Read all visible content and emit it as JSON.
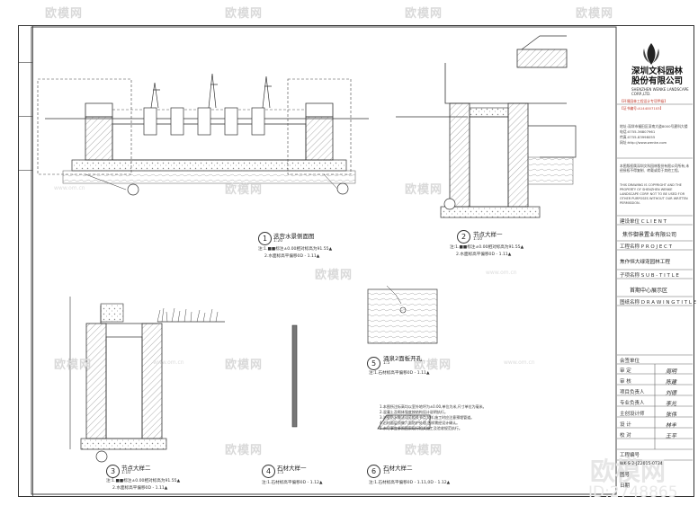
{
  "watermark": {
    "brand": "欧模网",
    "url": "www.om.cn",
    "id_text": "ID:2748865"
  },
  "company": {
    "name_line1": "深圳文科园林",
    "name_line2": "股份有限公司",
    "name_en": "SHENZHEN WENKE LANDSCAPE CORP.,LTD.",
    "qualification": "【环境园林工程设计专项甲级】",
    "cert": "【证书编号:A144007103】",
    "address": "地址:深圳市福田区深南大道8000号建科大楼",
    "tel": "电话:0755-36807961",
    "fax": "传真:0755-83998055",
    "web": "网址:http://www.wenke.com"
  },
  "copyright_cn": "本图版权属深圳文科园林股份有限公司所有,未经授权不得复制、转载或用于其他工程。",
  "copyright_en": "THIS DRAWING IS COPYRIGHT AND THE PROPERTY OF SHENZHEN WENKE LANDSCAPE CORP. NOT TO BE USED FOR OTHER PURPOSES WITHOUT OUR WRITTEN PERMISSION.",
  "title_block": {
    "client_label": "建设单位  C L I E N T",
    "client_value": "焦作御景置业有限公司",
    "project_label": "工程名称  P R O J E C T",
    "project_value": "焦作恒大绿宠园林工程",
    "subtitle_label": "子项名称  S U B - T I T L E",
    "subtitle_value": "首期中心展示区",
    "drawing_label": "图纸名称  D R A W I N G  T I T L E",
    "roles": [
      {
        "label": "会签单位",
        "sign": ""
      },
      {
        "label": "审  定",
        "sign": "周明"
      },
      {
        "label": "审  核",
        "sign": "陈建"
      },
      {
        "label": "项目负责人",
        "sign": "刘德"
      },
      {
        "label": "专业负责人",
        "sign": "李光"
      },
      {
        "label": "主创设计师",
        "sign": "张伟"
      },
      {
        "label": "设  计",
        "sign": "林丰"
      },
      {
        "label": "校  对",
        "sign": "王平"
      }
    ],
    "drawing_no_label": "工程编号",
    "drawing_no": "WK-S-2-JZ2015-0734",
    "sheet_label": "图号",
    "date_label": "日期"
  },
  "callouts": [
    {
      "num": "1",
      "title": "迭宫水景侧面图",
      "scale": "1:20",
      "notes": [
        "注:1.■■标注±0.00相对标高为91.55▲",
        "2.水面标高平偏移0D - 1.11▲"
      ]
    },
    {
      "num": "2",
      "title": "节点大样一",
      "scale": "1:10",
      "notes": [
        "注:1.■■标注±0.00相对标高为91.55▲",
        "2.水面标高平偏移0D - 1.11▲"
      ]
    },
    {
      "num": "3",
      "title": "节点大样二",
      "scale": "1:10",
      "notes": [
        "注:1.■■标注±0.00相对标高为91.55▲",
        "2.水面标高平偏移0D - 1.11▲"
      ]
    },
    {
      "num": "4",
      "title": "石材大样一",
      "scale": "1:5",
      "notes": [
        "注:1.石材标高平偏移0D - 1.12▲"
      ]
    },
    {
      "num": "5",
      "title": "涌泉2面板开孔",
      "scale": "1:5",
      "notes": [
        "注:1.石材标高平偏移0D - 1.11▲"
      ]
    },
    {
      "num": "6",
      "title": "石材大样二",
      "scale": "1:5",
      "notes": [
        "注:1.石材标高平偏移0D - 1.11,0D - 1.12▲"
      ]
    }
  ],
  "general_notes": [
    "1.本图所注标高均以室外地坪为±0.00,单位为米,尺寸单位为毫米。",
    "2.混凝土及砌体强度按结构设计说明执行。",
    "3.池壁防水做法详见相关节点大样,施工时应注意预埋管道。",
    "4.石材面层须做六面防护处理,色样需经设计确认。",
    "5.未尽事宜参照国家现行相关施工及验收规范执行。"
  ]
}
